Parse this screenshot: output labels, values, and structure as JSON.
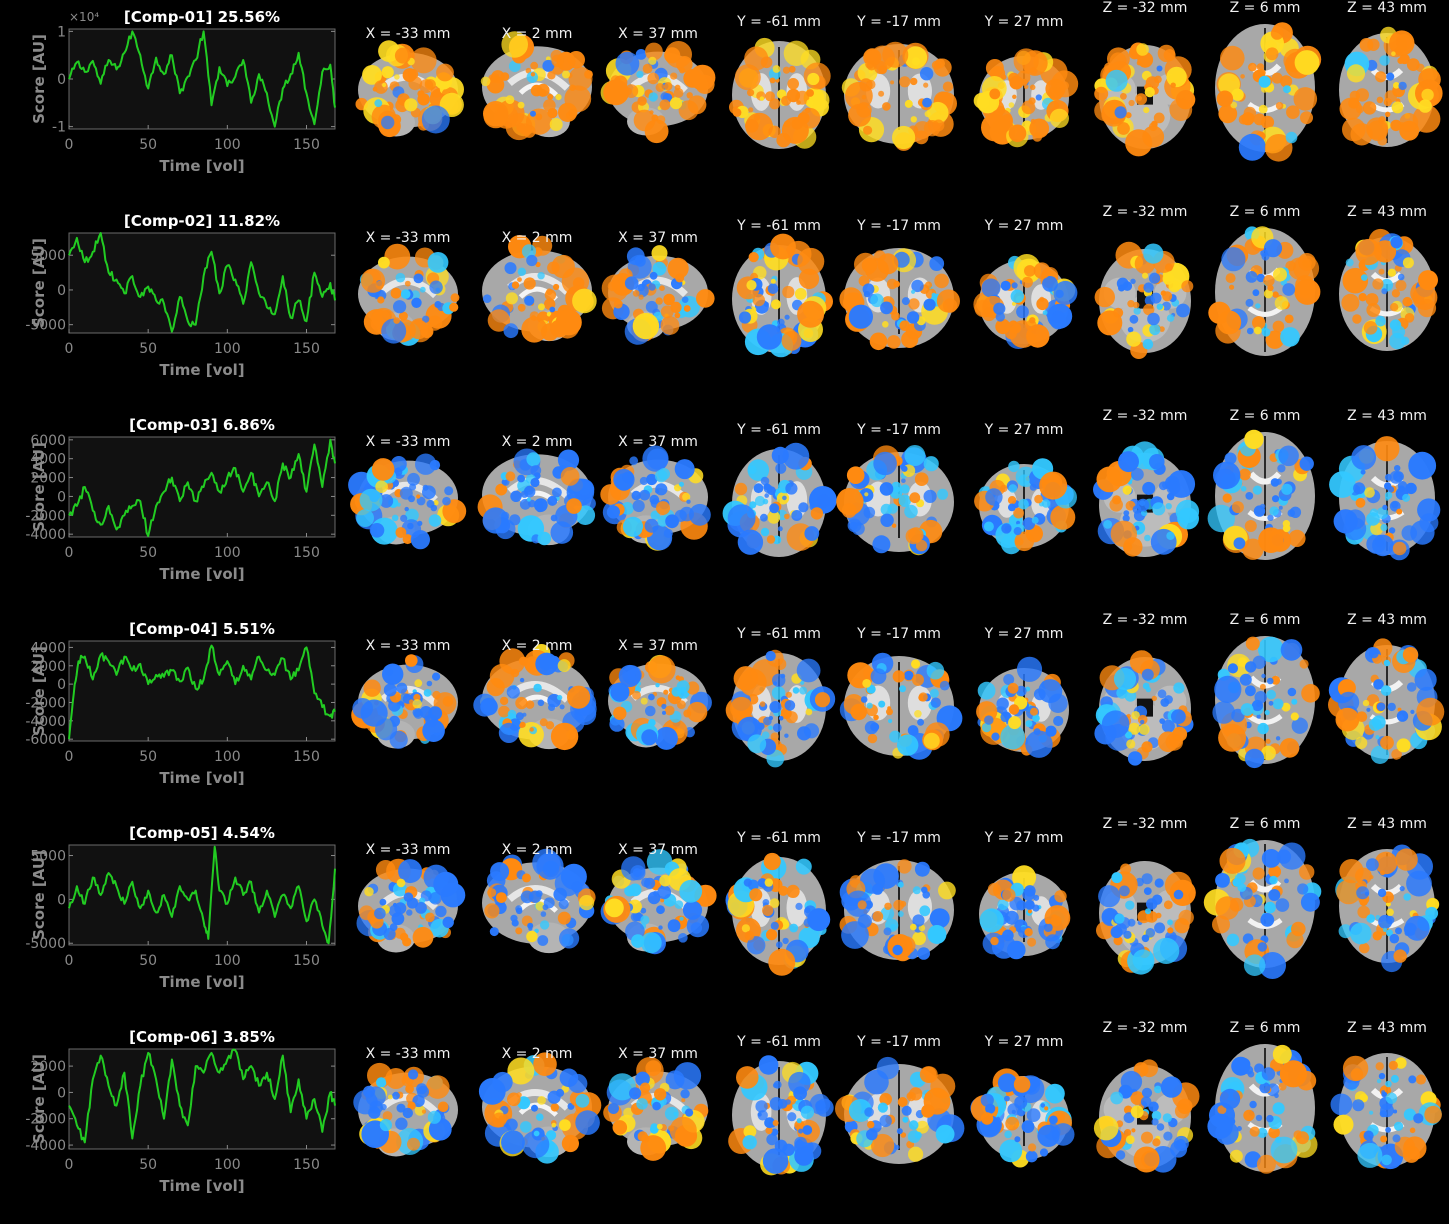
{
  "colors": {
    "background": "#000000",
    "plot_background": "#111111",
    "trace": "#22cc22",
    "axis_text": "#8a8a8a",
    "title_text": "#ffffff",
    "positive_map": "#ff8a10",
    "positive_peak": "#ffdd22",
    "negative_map": "#2a7aff",
    "negative_peak": "#33c8ff",
    "brain": "#a8a8a8"
  },
  "slice_labels": [
    "X = -33 mm",
    "X = 2 mm",
    "X = 37 mm",
    "Y = -61 mm",
    "Y = -17 mm",
    "Y = 27 mm",
    "Z = -32 mm",
    "Z = 6 mm",
    "Z = 43 mm"
  ],
  "chart_data": [
    {
      "type": "line",
      "title": "[Comp-01] 25.56%",
      "xlabel": "Time [vol]",
      "ylabel": "Score [AU]",
      "y_exponent_label": "×10⁴",
      "xlim": [
        0,
        168
      ],
      "ylim": [
        -1.05,
        1.05
      ],
      "xticks": [
        0,
        50,
        100,
        150
      ],
      "yticks": [
        -1,
        0,
        1
      ],
      "ytick_labels": [
        "-1",
        "0",
        "1"
      ],
      "grid": false,
      "series": [
        {
          "x": [
            0,
            5,
            10,
            15,
            20,
            25,
            30,
            35,
            40,
            45,
            50,
            55,
            60,
            65,
            70,
            75,
            80,
            85,
            90,
            95,
            100,
            105,
            110,
            115,
            120,
            125,
            130,
            135,
            140,
            145,
            150,
            155,
            160,
            165,
            168
          ],
          "values": [
            0.0,
            0.35,
            0.15,
            0.38,
            -0.1,
            0.4,
            0.2,
            0.55,
            1.0,
            0.5,
            -0.2,
            0.45,
            0.1,
            0.5,
            -0.3,
            0.05,
            0.4,
            1.0,
            -0.55,
            0.25,
            -0.15,
            0.05,
            0.4,
            -0.5,
            0.1,
            -0.3,
            -1.0,
            -0.2,
            0.1,
            0.55,
            -0.3,
            -0.95,
            0.15,
            0.3,
            -0.6
          ]
        }
      ]
    },
    {
      "type": "line",
      "title": "[Comp-02] 11.82%",
      "xlabel": "Time [vol]",
      "ylabel": "Score [AU]",
      "xlim": [
        0,
        168
      ],
      "ylim": [
        -6200,
        8200
      ],
      "xticks": [
        0,
        50,
        100,
        150
      ],
      "yticks": [
        -5000,
        0,
        5000
      ],
      "ytick_labels": [
        "-5000",
        "0",
        "5000"
      ],
      "grid": false,
      "series": [
        {
          "x": [
            0,
            5,
            10,
            15,
            20,
            25,
            30,
            35,
            40,
            45,
            50,
            55,
            60,
            65,
            70,
            75,
            80,
            85,
            90,
            95,
            100,
            105,
            110,
            115,
            120,
            125,
            130,
            135,
            140,
            145,
            150,
            155,
            160,
            165,
            168
          ],
          "values": [
            5000,
            7500,
            4000,
            5500,
            8200,
            2500,
            1500,
            -500,
            2000,
            -1000,
            500,
            -1500,
            -2000,
            -6000,
            -1000,
            -4500,
            -5000,
            2000,
            5500,
            -500,
            3500,
            1500,
            -2000,
            4000,
            -500,
            -2500,
            -3500,
            2000,
            -4000,
            -1500,
            -4500,
            2500,
            -1000,
            1000,
            -1500
          ]
        }
      ]
    },
    {
      "type": "line",
      "title": "[Comp-03] 6.86%",
      "xlabel": "Time [vol]",
      "ylabel": "Score [AU]",
      "xlim": [
        0,
        168
      ],
      "ylim": [
        -4300,
        6300
      ],
      "xticks": [
        0,
        50,
        100,
        150
      ],
      "yticks": [
        -4000,
        -2000,
        0,
        2000,
        4000,
        6000
      ],
      "ytick_labels": [
        "-4000",
        "-2000",
        "0",
        "2000",
        "4000",
        "6000"
      ],
      "grid": false,
      "series": [
        {
          "x": [
            0,
            5,
            10,
            15,
            20,
            25,
            30,
            35,
            40,
            45,
            50,
            55,
            60,
            65,
            70,
            75,
            80,
            85,
            90,
            95,
            100,
            105,
            110,
            115,
            120,
            125,
            130,
            135,
            140,
            145,
            150,
            155,
            160,
            165,
            168
          ],
          "values": [
            -2000,
            -1000,
            1000,
            -1500,
            -3000,
            -1000,
            -3500,
            -2000,
            -1000,
            -500,
            -4200,
            -1000,
            500,
            2000,
            -500,
            1500,
            -500,
            1000,
            2500,
            500,
            2000,
            3000,
            500,
            2500,
            0,
            1500,
            -500,
            3500,
            2000,
            4500,
            500,
            5500,
            1000,
            6000,
            3500
          ]
        }
      ]
    },
    {
      "type": "line",
      "title": "[Comp-04] 5.51%",
      "xlabel": "Time [vol]",
      "ylabel": "Score [AU]",
      "xlim": [
        0,
        168
      ],
      "ylim": [
        -6200,
        4700
      ],
      "xticks": [
        0,
        50,
        100,
        150
      ],
      "yticks": [
        -6000,
        -4000,
        -2000,
        0,
        2000,
        4000
      ],
      "ytick_labels": [
        "-6000",
        "-4000",
        "-2000",
        "0",
        "2000",
        "4000"
      ],
      "grid": false,
      "series": [
        {
          "x": [
            0,
            3,
            6,
            10,
            15,
            20,
            25,
            30,
            35,
            40,
            45,
            50,
            55,
            60,
            65,
            70,
            75,
            80,
            85,
            90,
            95,
            100,
            105,
            110,
            115,
            120,
            125,
            130,
            135,
            140,
            145,
            150,
            155,
            160,
            165,
            168
          ],
          "values": [
            -6000,
            -1000,
            2500,
            3000,
            500,
            3200,
            2500,
            1000,
            3000,
            1500,
            2200,
            0,
            1000,
            800,
            1500,
            300,
            1800,
            -500,
            500,
            4200,
            1000,
            2500,
            0,
            2000,
            500,
            3000,
            1500,
            1000,
            2800,
            500,
            1500,
            4000,
            -1000,
            -2500,
            -3500,
            -3000
          ]
        }
      ]
    },
    {
      "type": "line",
      "title": "[Comp-05] 4.54%",
      "xlabel": "Time [vol]",
      "ylabel": "Score [AU]",
      "xlim": [
        0,
        168
      ],
      "ylim": [
        -5200,
        6200
      ],
      "xticks": [
        0,
        50,
        100,
        150
      ],
      "yticks": [
        -5000,
        0,
        5000
      ],
      "ytick_labels": [
        "-5000",
        "0",
        "5000"
      ],
      "grid": false,
      "series": [
        {
          "x": [
            0,
            5,
            10,
            15,
            20,
            25,
            30,
            35,
            40,
            45,
            50,
            55,
            60,
            65,
            70,
            75,
            80,
            85,
            88,
            92,
            95,
            100,
            105,
            110,
            115,
            120,
            125,
            130,
            135,
            140,
            145,
            150,
            155,
            160,
            164,
            168
          ],
          "values": [
            -1000,
            1500,
            -500,
            2500,
            500,
            3000,
            1500,
            -500,
            2000,
            -1000,
            1000,
            -1500,
            500,
            -2000,
            1500,
            0,
            1000,
            -2500,
            -4500,
            6000,
            1000,
            -500,
            2500,
            500,
            2000,
            -1500,
            1000,
            -2000,
            500,
            -1000,
            1500,
            -2500,
            0,
            -3000,
            -5000,
            3500
          ]
        }
      ]
    },
    {
      "type": "line",
      "title": "[Comp-06] 3.85%",
      "xlabel": "Time [vol]",
      "ylabel": "Score [AU]",
      "xlim": [
        0,
        168
      ],
      "ylim": [
        -4300,
        3300
      ],
      "xticks": [
        0,
        50,
        100,
        150
      ],
      "yticks": [
        -4000,
        -2000,
        0,
        2000
      ],
      "ytick_labels": [
        "-4000",
        "-2000",
        "0",
        "2000"
      ],
      "grid": false,
      "series": [
        {
          "x": [
            0,
            5,
            10,
            15,
            20,
            25,
            30,
            35,
            40,
            45,
            50,
            55,
            60,
            65,
            70,
            75,
            80,
            85,
            90,
            95,
            100,
            105,
            110,
            115,
            120,
            125,
            130,
            135,
            140,
            145,
            150,
            155,
            160,
            165,
            168
          ],
          "values": [
            -1000,
            -2500,
            -3800,
            1000,
            2800,
            500,
            -1000,
            1500,
            -3500,
            500,
            3000,
            1000,
            -2000,
            2500,
            -1000,
            -2500,
            2000,
            1500,
            3000,
            1500,
            2500,
            3200,
            1000,
            2000,
            500,
            1500,
            -500,
            2800,
            -1500,
            1000,
            -2000,
            -500,
            -3000,
            0,
            -1000
          ]
        }
      ]
    }
  ]
}
